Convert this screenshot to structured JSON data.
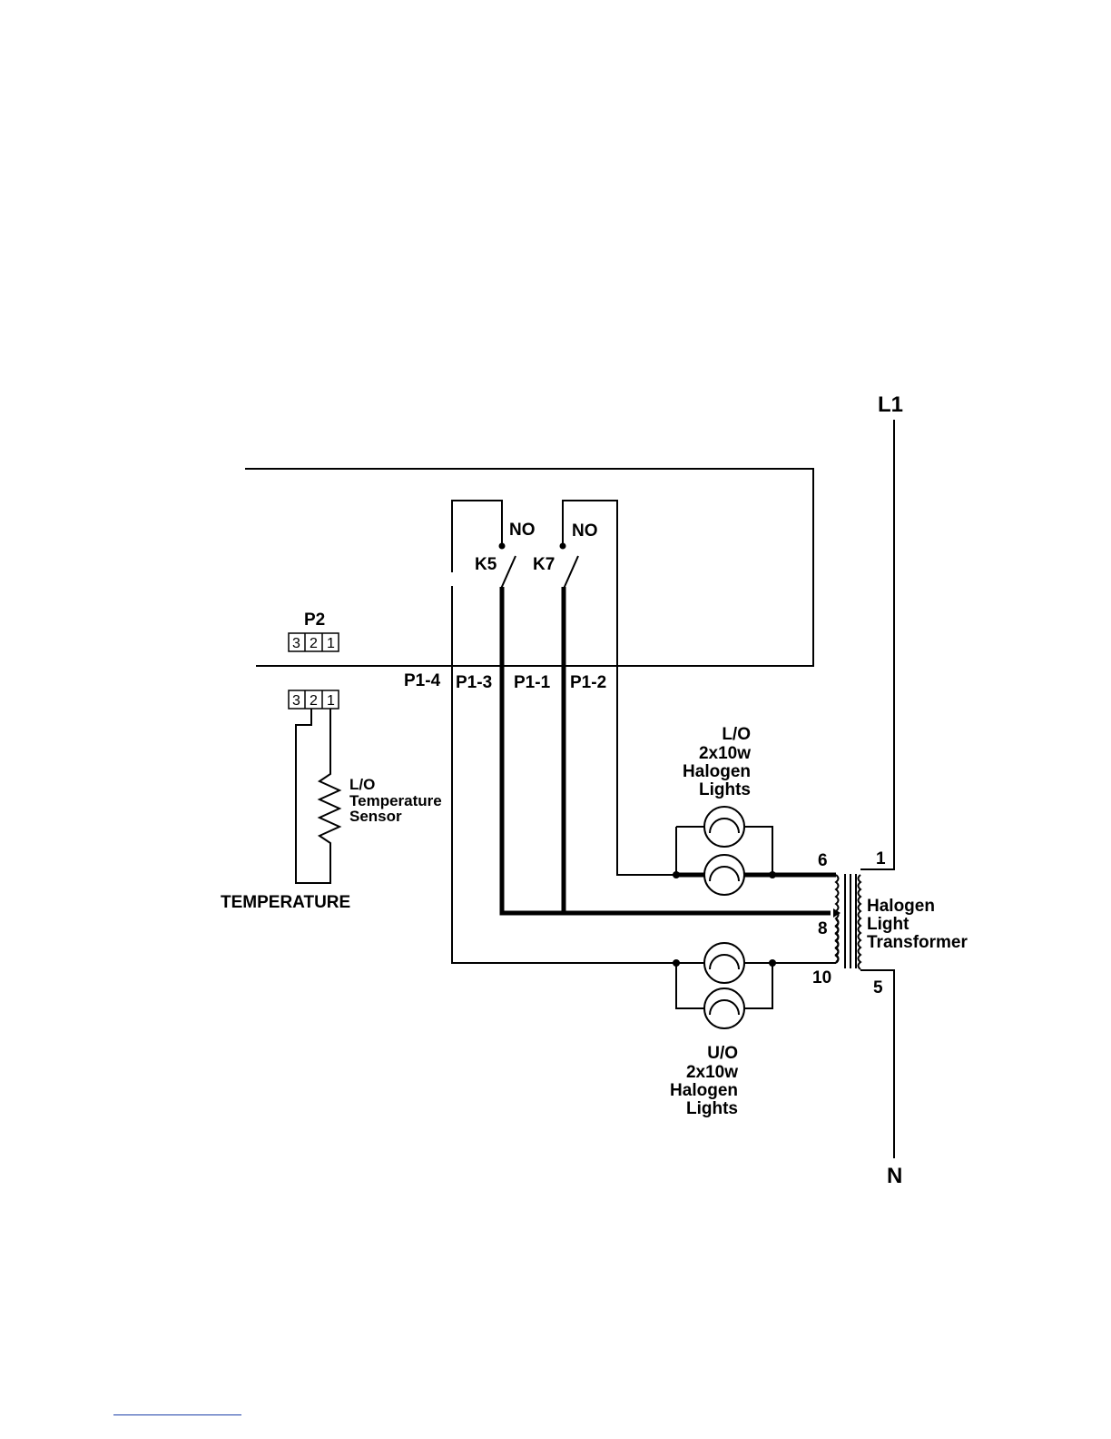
{
  "labels": {
    "l1": "L1",
    "n": "N",
    "no_k5": "NO",
    "no_k7": "NO",
    "k5": "K5",
    "k7": "K7",
    "p2": "P2",
    "p1_4": "P1-4",
    "p1_3": "P1-3",
    "p1_1": "P1-1",
    "p1_2": "P1-2",
    "lo_lights": [
      "L/O",
      "2x10w",
      "Halogen",
      "Lights"
    ],
    "uo_lights": [
      "U/O",
      "2x10w",
      "Halogen",
      "Lights"
    ],
    "sensor": [
      "L/O",
      "Temperature",
      "Sensor"
    ],
    "temperature": "TEMPERATURE",
    "transformer": [
      "Halogen",
      "Light",
      "Transformer"
    ],
    "tap_6": "6",
    "tap_8": "8",
    "tap_10": "10",
    "tap_1": "1",
    "tap_5": "5",
    "p2_pins": [
      "3",
      "2",
      "1"
    ],
    "temp_pins": [
      "3",
      "2",
      "1"
    ]
  }
}
